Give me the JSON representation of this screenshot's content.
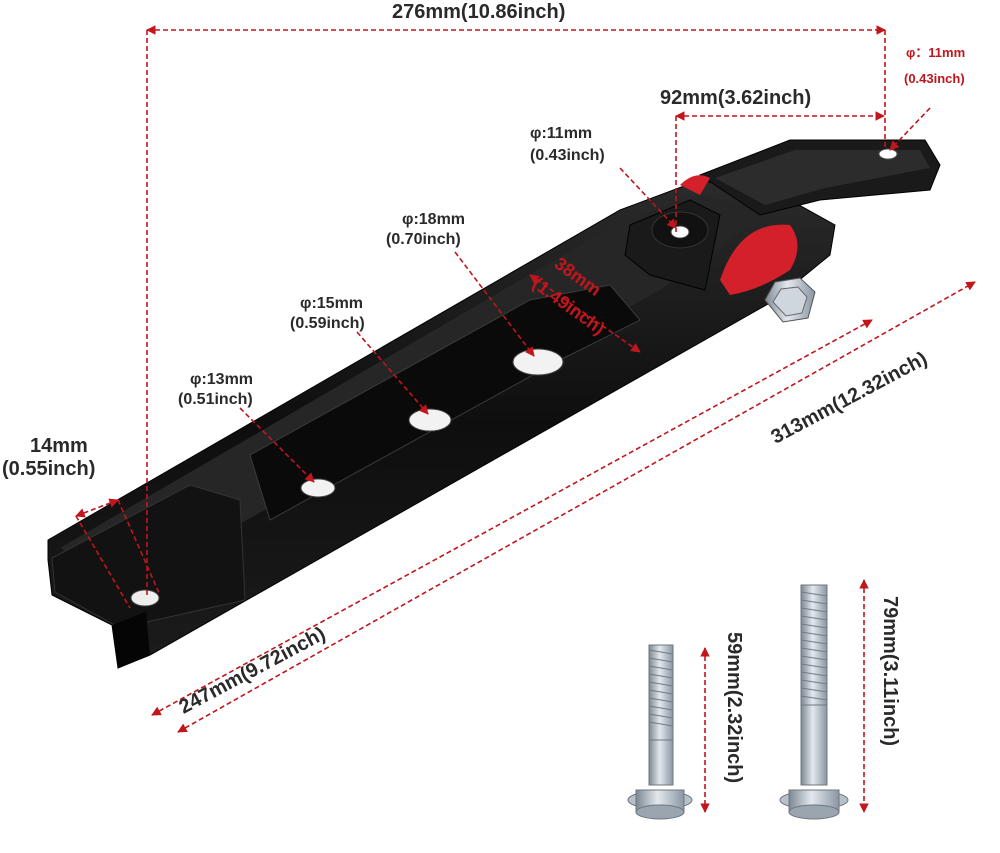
{
  "product": {
    "part_name": "engine-mount-torque-bracket",
    "bolt_count": 2
  },
  "colors": {
    "dimension_line": "#c0161c",
    "bracket": "#141414",
    "bushing": "#d3202a",
    "bolt": "#aeb8c2",
    "background": "#ffffff",
    "label_text": "#2a2a2a"
  },
  "dimensions": {
    "overall_top": "276mm(10.86inch)",
    "overall_diagonal": "313mm(12.32inch)",
    "inner_length": "247mm(9.72inch)",
    "end_hole_spacing": "92mm(3.62inch)",
    "end_width_mm": "14mm",
    "end_width_in": "(0.55inch)",
    "slot_width": {
      "mm": "38mm",
      "in": "(1.49inch)"
    },
    "tip_hole": {
      "mm": "φ：11mm",
      "in": "(0.43inch)"
    },
    "bushing_hole": {
      "mm": "φ:11mm",
      "in": "(0.43inch)"
    },
    "hole_18": {
      "mm": "φ:18mm",
      "in": "(0.70inch)"
    },
    "hole_15": {
      "mm": "φ:15mm",
      "in": "(0.59inch)"
    },
    "hole_13": {
      "mm": "φ:13mm",
      "in": "(0.51inch)"
    },
    "short_bolt": "59mm(2.32inch)",
    "long_bolt": "79mm(3.11inch)"
  }
}
